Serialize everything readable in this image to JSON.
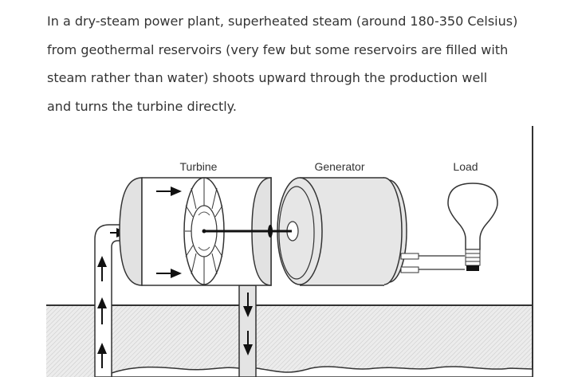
{
  "paragraph": {
    "lines": [
      "In a dry-steam power plant, superheated steam (around 180-350 Celsius)",
      "from geothermal reservoirs (very few but some reservoirs are filled with",
      "steam rather than water) shoots upward through the production well",
      "and turns the turbine directly."
    ]
  },
  "diagram": {
    "labels": {
      "turbine": "Turbine",
      "generator": "Generator",
      "load": "Load"
    }
  }
}
